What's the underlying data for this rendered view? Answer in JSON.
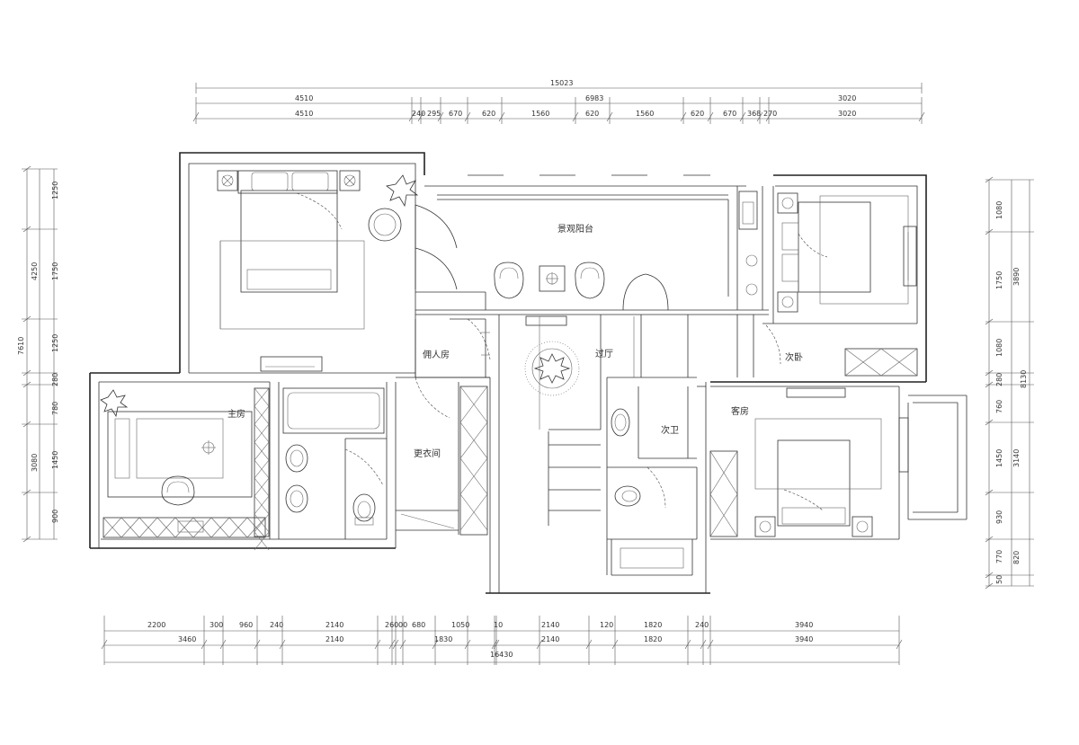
{
  "dimensions": {
    "top_total": "15023",
    "top_row1": [
      "4510",
      "6983",
      "3020"
    ],
    "top_row2": [
      "4510",
      "240",
      "295",
      "670",
      "620",
      "1560",
      "620",
      "1560",
      "620",
      "670",
      "368",
      "270",
      "3020"
    ],
    "bottom_total": "16430",
    "bottom_row1": [
      "2200",
      "300",
      "960",
      "240",
      "2140",
      "260",
      "00",
      "680",
      "1050",
      "10",
      "2140",
      "120",
      "1820",
      "240",
      "3940"
    ],
    "bottom_row2": [
      "3460",
      "2140",
      "1830",
      "2140",
      "1820",
      "3940"
    ],
    "left_total": "7610",
    "left_row1": [
      "1250",
      "1750",
      "1250",
      "280",
      "780",
      "1450",
      "900"
    ],
    "left_row2": [
      "4250",
      "3080"
    ],
    "right_total": "8130",
    "right_row1": [
      "1080",
      "1750",
      "1080",
      "280",
      "760",
      "1450",
      "930",
      "770",
      "50"
    ],
    "right_row2": [
      "3890",
      "3140",
      "820"
    ]
  },
  "rooms": {
    "balcony": "景观阳台",
    "servant": "佣人房",
    "foyer": "过厅",
    "second_bedroom": "次卧",
    "master_bedroom": "主房",
    "dressing": "更衣间",
    "second_bath": "次卫",
    "guest_room": "客房"
  },
  "icons": [
    "bed-icon",
    "armchair-icon",
    "plant-icon",
    "toilet-icon",
    "basin-icon",
    "bathtub-icon",
    "rug-icon",
    "nightstand-lamp-icon",
    "wardrobe-icon",
    "door-swing-icon"
  ],
  "colors": {
    "line": "#222222",
    "background": "#ffffff"
  }
}
